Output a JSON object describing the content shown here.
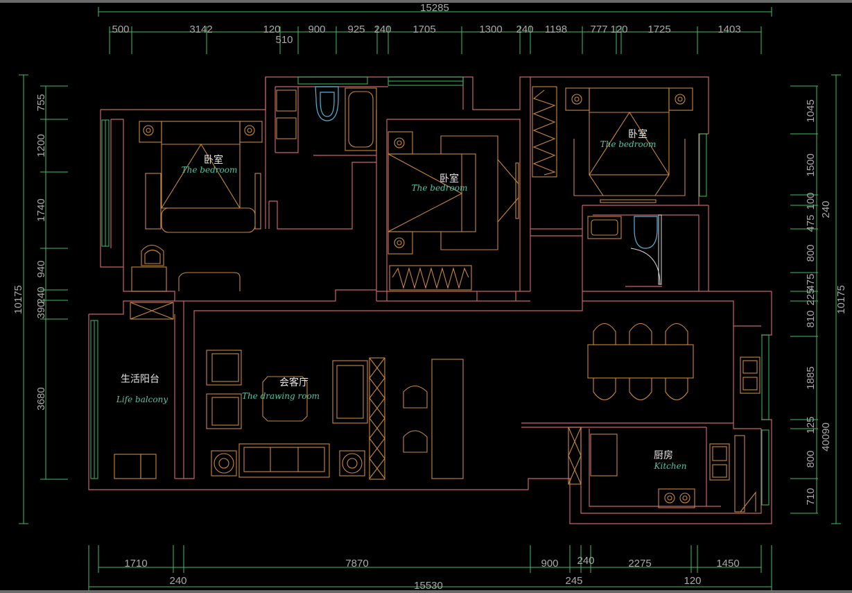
{
  "top_total": "15285",
  "top_dims": [
    "500",
    "3142",
    "120",
    "900",
    "925",
    "240",
    "1705",
    "1300",
    "240",
    "1198",
    "777",
    "120",
    "1725",
    "1403"
  ],
  "top_sub": "510",
  "bottom_dims": [
    "1710",
    "7870",
    "900",
    "240",
    "2275",
    "1450"
  ],
  "bottom_sub": [
    "240",
    "245",
    "120"
  ],
  "bottom_total": "15530",
  "left_dims": [
    "755",
    "1200",
    "1740",
    "940",
    "240",
    "390",
    "3680"
  ],
  "left_total": "10175",
  "right_dims": [
    "1045",
    "1500",
    "100",
    "475",
    "800",
    "475",
    "225",
    "810",
    "1885",
    "125",
    "800",
    "710"
  ],
  "right_side": [
    "240",
    "40090"
  ],
  "right_total": "10175",
  "rooms": {
    "bed1_cn": "卧室",
    "bed1_en": "The bedroom",
    "bed2_cn": "卧室",
    "bed2_en": "The bedroom",
    "bed3_cn": "卧室",
    "bed3_en": "The bedroom",
    "living_cn": "会客厅",
    "living_en": "The drawing room",
    "balcony_cn": "生活阳台",
    "balcony_en": "Life balcony",
    "kitchen_cn": "厨房",
    "kitchen_en": "Kitchen"
  }
}
